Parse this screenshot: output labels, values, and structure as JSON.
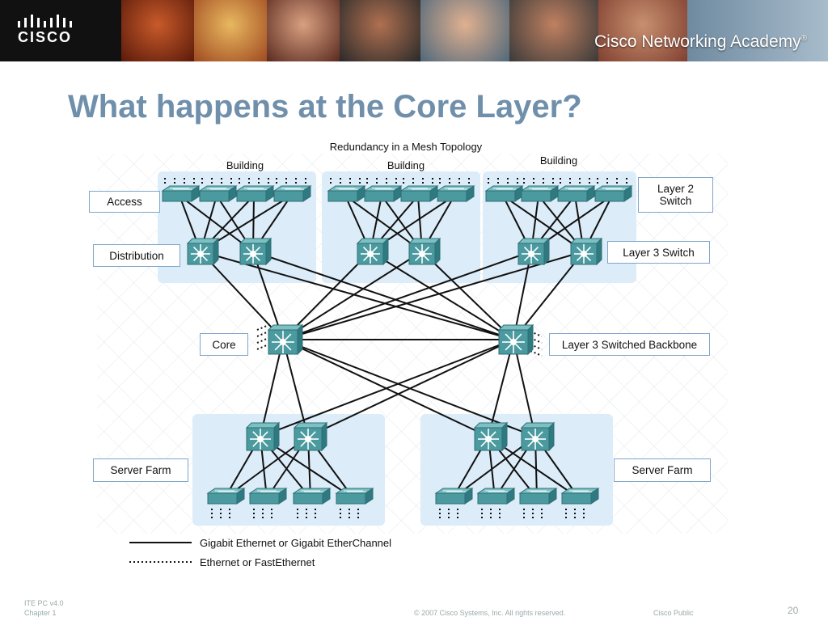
{
  "header": {
    "brand": "CISCO",
    "academy_a": "Cisco",
    "academy_b": " Networking Academy",
    "registered": "®"
  },
  "slide": {
    "title": "What happens at the Core Layer?"
  },
  "diagram": {
    "title": "Redundancy in a Mesh Topology",
    "buildings": [
      "Building",
      "Building",
      "Building"
    ],
    "labels": {
      "access": "Access",
      "distribution": "Distribution",
      "core": "Core",
      "server_farm_left": "Server Farm",
      "server_farm_right": "Server Farm",
      "layer2_line1": "Layer 2",
      "layer2_line2": "Switch",
      "layer3": "Layer 3 Switch",
      "backbone": "Layer 3 Switched Backbone"
    },
    "legend": {
      "solid": "Gigabit Ethernet or Gigabit EtherChannel",
      "dotted": "Ethernet or FastEthernet"
    }
  },
  "footer": {
    "course": "ITE PC v4.0",
    "chapter": "Chapter 1",
    "copyright": "© 2007 Cisco Systems, Inc. All rights reserved.",
    "classification": "Cisco Public",
    "page": "20"
  },
  "colors": {
    "title": "#6f8fab",
    "zone": "#dcecf8",
    "device": "#4a9a9f",
    "border": "#7fa6c9"
  }
}
